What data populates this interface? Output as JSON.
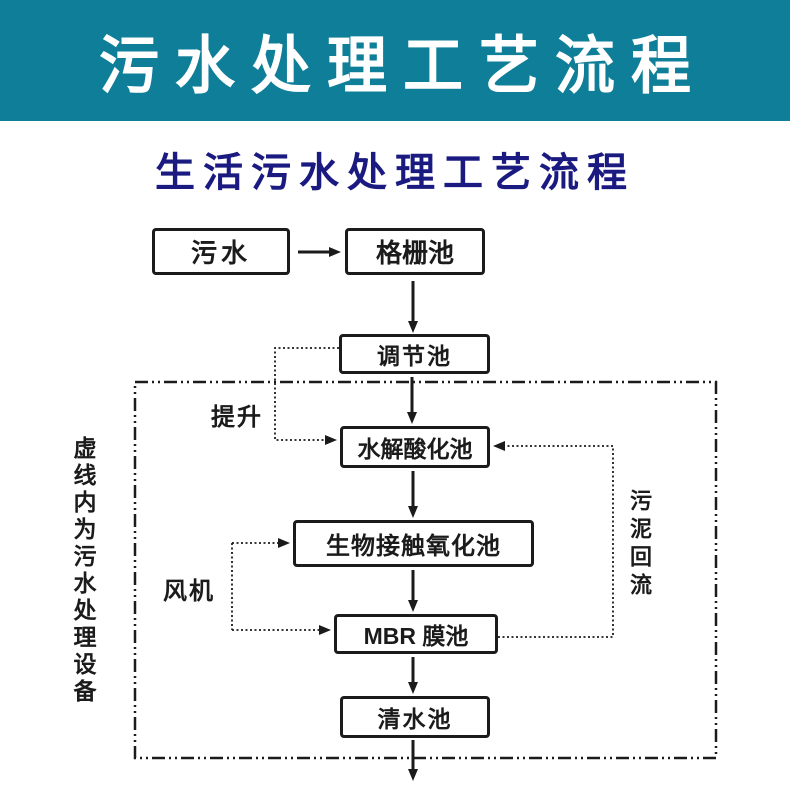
{
  "banner": {
    "title": "污水处理工艺流程"
  },
  "subtitle": {
    "text": "生活污水处理工艺流程"
  },
  "colors": {
    "banner_bg": "#0f7e98",
    "banner_fg": "#ffffff",
    "subtitle_fg": "#1a1a80",
    "line": "#1b1b1b"
  },
  "flowchart": {
    "nodes": [
      {
        "id": "sewage",
        "label": "污水"
      },
      {
        "id": "grid-pool",
        "label": "格栅池"
      },
      {
        "id": "regulating-pool",
        "label": "调节池"
      },
      {
        "id": "hydrolysis-pool",
        "label": "水解酸化池"
      },
      {
        "id": "bio-contact-pool",
        "label": "生物接触氧化池"
      },
      {
        "id": "mbr-pool",
        "label": "MBR 膜池"
      },
      {
        "id": "clear-water-pool",
        "label": "清水池"
      }
    ],
    "labels": {
      "lift": "提升",
      "blower": "风机",
      "sludge_return": "污泥回流",
      "dashed_note": "虚线内为污水处理设备"
    }
  }
}
